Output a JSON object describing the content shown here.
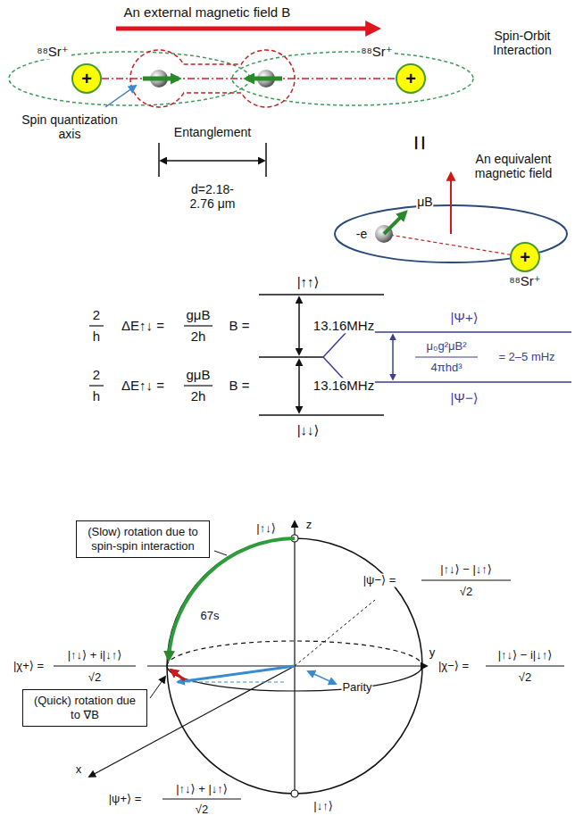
{
  "diagram": {
    "nodes": [
      {
        "text": [
          "⁸⁸Sr⁺",
          "+"
        ]
      },
      {
        "text": [
          "⁸⁸Sr⁺",
          "+"
        ]
      },
      {
        "text": [
          "⁸⁸Sr⁺",
          "+"
        ]
      },
      {
        "text": [
          "(Slow) rotation due to spin-spin interaction"
        ]
      },
      {
        "text": [
          "(Quick) rotation due to ∇B"
        ]
      }
    ],
    "edges": [
      {
        "from": 0,
        "to": 1,
        "arrow": "none"
      }
    ],
    "labels": [
      "An external magnetic field B",
      "Spin-Orbit Interaction",
      "Spin quantization axis",
      "Entanglement",
      "d=2.18- 2.76 μm",
      "=",
      "An equivalent magnetic field",
      "-e",
      "μB",
      "|↑↑⟩",
      "2",
      "h",
      "ΔE↑↓ =",
      "gμB",
      "2h",
      "B =",
      "13.16MHz",
      "|Ψ+⟩",
      "μ₀g²μB²",
      "4πhd³",
      "= 2–5 mHz",
      "|Ψ−⟩",
      "2",
      "h",
      "ΔE↑↓ =",
      "gμB",
      "2h",
      "B =",
      "13.16MHz",
      "|↓↓⟩",
      "|↑↓⟩",
      "z",
      "|ψ−⟩ =",
      "|↑↓⟩ − |↓↑⟩",
      "√2",
      "67s",
      "|χ+⟩ =",
      "|↑↓⟩ + i|↓↑⟩",
      "√2",
      "y",
      "|χ−⟩ =",
      "|↑↓⟩ − i|↓↑⟩",
      "√2",
      "Parity",
      "x",
      "|ψ+⟩ =",
      "|↑↓⟩ + |↓↑⟩",
      "√2",
      "|↓↑⟩"
    ]
  }
}
